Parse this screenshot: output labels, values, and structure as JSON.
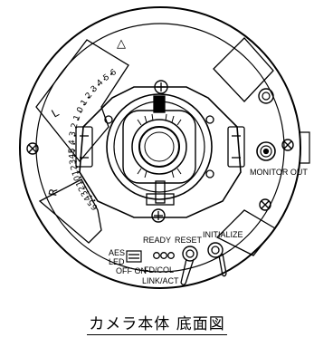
{
  "caption": "カメラ本体 底面図",
  "labels": {
    "monitor_out": "MONITOR OUT",
    "aes": "AES",
    "led": "LED",
    "off_on": "OFF ON",
    "ready": "READY",
    "reset": "RESET",
    "initialize": "INITIALIZE",
    "fd_col": "FD/COL",
    "link_act": "LINK/ACT",
    "tilt_l": "L",
    "tilt_r": "R",
    "triangle_mark": "△"
  },
  "scale_upper": [
    "5",
    "4",
    "3",
    "2",
    "1",
    "0",
    "1",
    "2",
    "3",
    "4",
    "5",
    "6"
  ],
  "scale_lower": [
    "6",
    "5",
    "4",
    "3",
    "2",
    "1",
    "0",
    "1",
    "2",
    "3",
    "4",
    "5"
  ]
}
